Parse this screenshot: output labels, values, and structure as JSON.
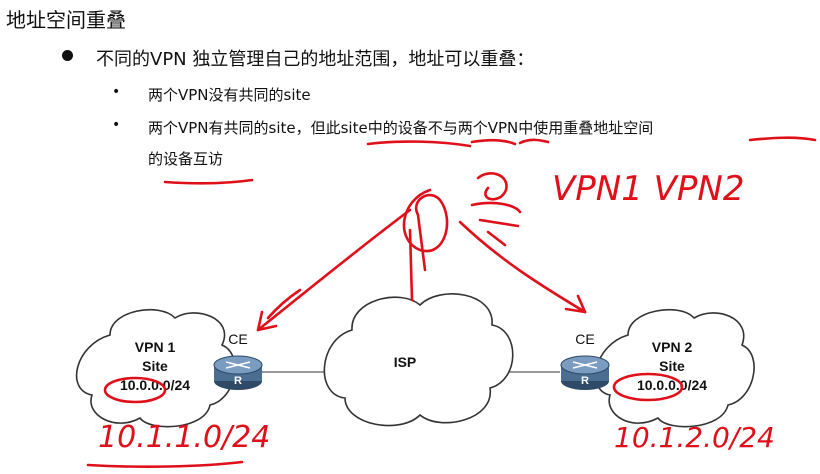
{
  "slide": {
    "title": "地址空间重叠",
    "bullet": "不同的VPN 独立管理自己的地址范围，地址可以重叠：",
    "sub_bullets": [
      {
        "marker": "•",
        "text": "两个VPN没有共同的site"
      },
      {
        "marker": "•",
        "text": "两个VPN有共同的site，但此site中的设备不与两个VPN中使用重叠地址空间"
      }
    ],
    "sub_bullet_continuation": "的设备互访"
  },
  "diagram": {
    "isp_label": "ISP",
    "site_left": {
      "line1": "VPN 1",
      "line2": "Site",
      "prefix": "10.0.0.0/24"
    },
    "site_right": {
      "line1": "VPN 2",
      "line2": "Site",
      "prefix": "10.0.0.0/24"
    },
    "ce_left_label": "CE",
    "ce_right_label": "CE",
    "router_icon_letter": "R"
  },
  "annotations": {
    "handwritten_top": "VPN1  VPN2",
    "handwritten_left": "10.1.1.0/24",
    "handwritten_right": "10.1.2.0/24",
    "ink_color": "#e0101a"
  }
}
